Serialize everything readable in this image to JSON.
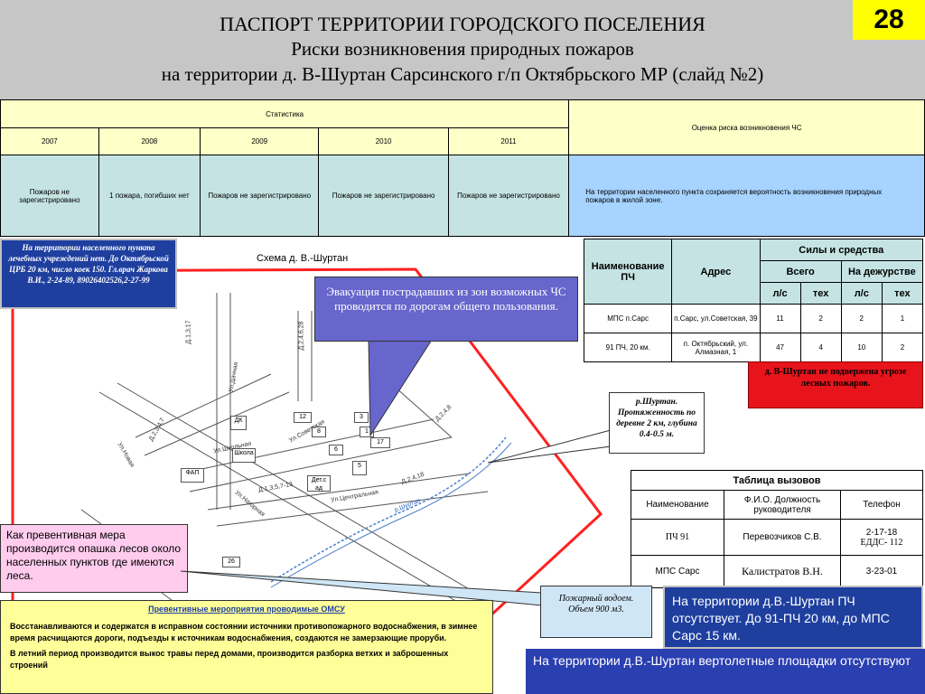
{
  "header": {
    "title_line1": "ПАСПОРТ ТЕРРИТОРИИ ГОРОДСКОГО ПОСЕЛЕНИЯ",
    "title_line2": "Риски возникновения природных пожаров",
    "title_line3": "на территории д. В-Шуртан Сарсинского г/п Октябрьского МР (слайд №2)",
    "slide_number": "28"
  },
  "stats": {
    "group_header": "Статистика",
    "risk_header": "Оценка риска возникновения ЧС",
    "years": [
      "2007",
      "2008",
      "2009",
      "2010",
      "2011"
    ],
    "values": [
      "Пожаров не зарегистрировано",
      "1 пожара, погибших нет",
      "Пожаров не зарегистрировано",
      "Пожаров не зарегистрировано",
      "Пожаров не зарегистрировано"
    ],
    "risk_text": "На территории населенного пункта сохраняется вероятность возникновения природных пожаров в жилой зоне."
  },
  "medical_note": "На территории населенного пункта лечебных учреждений нет. До Октябрьской ЦРБ 20 км, число коек 150. Гл.врач Жаркова В.И., 2-24-89, 89026402526,2-27-99",
  "map": {
    "title": "Схема д. В.-Шуртан",
    "evacuation_note": "Эвакуация пострадавших из зон возможных ЧС проводится по дорогам общего пользования.",
    "river_note": "р.Шуртан. Протяженность по деревне 2 км, глубина 0.4-0.5 м.",
    "pond_note": "Пожарный водоем. Объем 900 м3.",
    "firebreak_note": "Как превентивная мера производится опашка лесов около населенных пунктов где имеются леса.",
    "river_label": "р.Шуртан",
    "labels": {
      "street1": "Ул.Школьная",
      "street2": "Ул.Советская",
      "street3": "Ул.Центральная",
      "street4": "Ул.Нагорная",
      "street5": "Ул.Новая",
      "street6": "Ул.Дачная",
      "dk": "ДК",
      "school": "Школа",
      "fap": "ФАП",
      "detsad": "Дет.с ад",
      "b12": "12",
      "b3": "3",
      "b8": "8",
      "b1": "1",
      "b17": "17",
      "b6": "6",
      "b5": "5",
      "b26": "26",
      "d1": "Д.1,3,17",
      "d2": "Д.2,4,6,28",
      "d3": "Д.2,4,8",
      "d4": "Д.1,3,5,7-13",
      "d5": "Д.2,4,18",
      "d6": "Д.2,3,4,7"
    }
  },
  "forces_table": {
    "col_name": "Наименование ПЧ",
    "col_address": "Адрес",
    "col_forces": "Силы и средства",
    "col_total": "Всего",
    "col_duty": "На дежурстве",
    "col_ls": "л/с",
    "col_tech": "тех",
    "rows": [
      {
        "name": "МПС п.Сарс",
        "address": "п.Сарс, ул.Советская, 39",
        "total_ls": "11",
        "total_tech": "2",
        "duty_ls": "2",
        "duty_tech": "1"
      },
      {
        "name": "91 ПЧ, 20 км.",
        "address": "п. Октябрьский, ул. Алмазная, 1",
        "total_ls": "47",
        "total_tech": "4",
        "duty_ls": "10",
        "duty_tech": "2"
      }
    ]
  },
  "forest_note": "д. В-Шуртан не подвержена угрозе лесных пожаров.",
  "calls_table": {
    "title": "Таблица вызовов",
    "col_name": "Наименование",
    "col_person": "Ф.И.О. Должность руководителя",
    "col_phone": "Телефон",
    "rows": [
      {
        "name": "ПЧ  91",
        "person": "Перевозчиков С.В.",
        "phone": "2-17-18",
        "phone2": "ЕДДС- 112"
      },
      {
        "name": "МПС Сарс",
        "person": "Калистратов В.Н.",
        "phone": "3-23-01",
        "phone2": ""
      }
    ]
  },
  "measures": {
    "title": "Превентивные мероприятия проводимые ОМСУ",
    "para1": "Восстанавливаются и содержатся в исправном состоянии источники противопожарного водоснабжения, в зимнее время расчищаются дороги, подъезды к источникам водоснабжения, создаются не замерзающие проруби.",
    "para2": "В летний период производится выкос травы перед домами, производится разборка ветхих и заброшенных строений"
  },
  "no_fire_station_note": "На территории д.В.-Шуртан ПЧ отсутствует. До 91-ПЧ 20 км, до МПС Сарс 15 км.",
  "no_helipad_note": "На территории д.В.-Шуртан вертолетные площадки отсутствуют",
  "colors": {
    "header_bg": "#c6c6c6",
    "slide_num_bg": "#ffff00",
    "stat_yellow": "#ffffc8",
    "stat_teal": "#c5e3e3",
    "stat_blue": "#a6d3ff",
    "callout_purple": "#6666cc",
    "alert_red": "#e8141c",
    "dark_blue": "#1f3f9f"
  }
}
